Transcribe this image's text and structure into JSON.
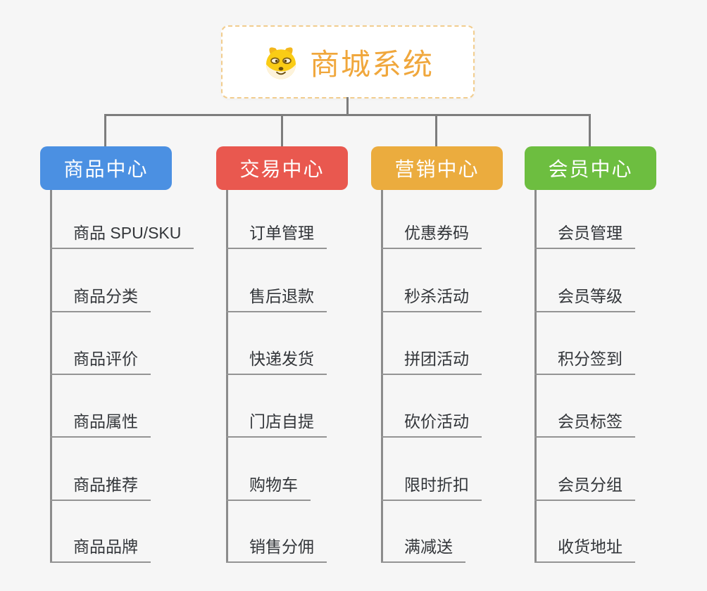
{
  "root": {
    "title": "商城系统",
    "accent_color": "#F0A73C",
    "border_color": "#F2CD8E",
    "background": "#FFFFFF",
    "icon": "dog-face-icon"
  },
  "canvas": {
    "background": "#F6F6F6",
    "connector_color": "#7D7D7D",
    "child_line_color": "#949494",
    "child_text_color": "#33363A"
  },
  "columns": [
    {
      "label": "商品中心",
      "color": "#4B90E2",
      "items": [
        "商品 SPU/SKU",
        "商品分类",
        "商品评价",
        "商品属性",
        "商品推荐",
        "商品品牌"
      ]
    },
    {
      "label": "交易中心",
      "color": "#E9584F",
      "items": [
        "订单管理",
        "售后退款",
        "快递发货",
        "门店自提",
        "购物车",
        "销售分佣"
      ]
    },
    {
      "label": "营销中心",
      "color": "#EBAC3E",
      "items": [
        "优惠券码",
        "秒杀活动",
        "拼团活动",
        "砍价活动",
        "限时折扣",
        "满减送"
      ]
    },
    {
      "label": "会员中心",
      "color": "#6DBE40",
      "items": [
        "会员管理",
        "会员等级",
        "积分签到",
        "会员标签",
        "会员分组",
        "收货地址"
      ]
    }
  ]
}
